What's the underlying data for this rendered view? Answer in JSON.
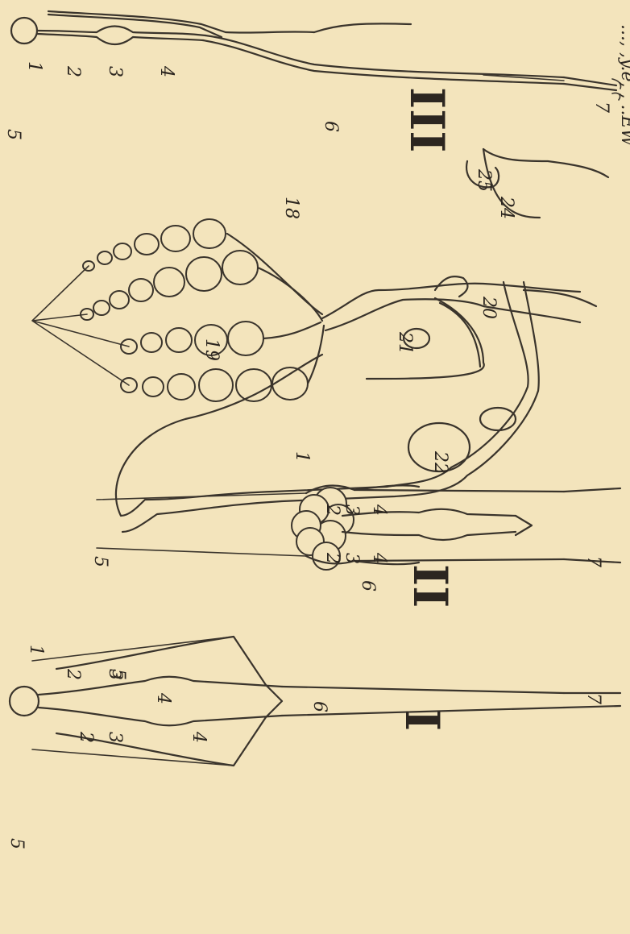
{
  "figure": {
    "header_fragment": "..., ,y.e, ,   ..EW",
    "panels": [
      {
        "id": "I",
        "roman_numeral": "I",
        "labels": [
          "1",
          "2",
          "2",
          "3",
          "3",
          "4",
          "4",
          "5",
          "5",
          "6",
          "7"
        ]
      },
      {
        "id": "II",
        "roman_numeral": "II",
        "labels": [
          "1",
          "2",
          "2",
          "3",
          "3",
          "4",
          "4",
          "5",
          "6",
          "7"
        ]
      },
      {
        "id": "III",
        "roman_numeral": "III",
        "labels": [
          "1",
          "2",
          "3",
          "4",
          "5",
          "6",
          "7"
        ]
      },
      {
        "id": "upper-right",
        "roman_numeral": "",
        "labels": [
          "18",
          "19",
          "20",
          "21",
          "22",
          "24",
          "25"
        ]
      }
    ]
  }
}
